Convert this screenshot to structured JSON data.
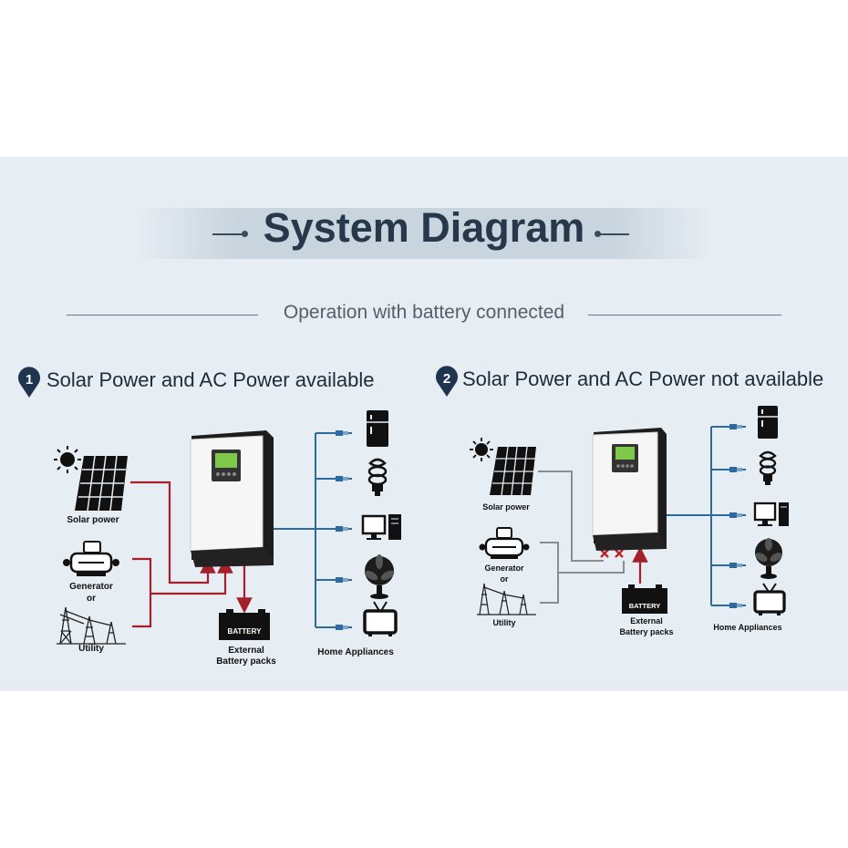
{
  "header": {
    "title": "System Diagram",
    "subtitle": "Operation with battery connected"
  },
  "scenarios": [
    {
      "number": "1",
      "title": "Solar Power and AC Power available",
      "labels": {
        "solar": "Solar power",
        "generator": "Generator",
        "or": "or",
        "utility": "Utility",
        "battery": "BATTERY",
        "battery_caption_1": "External",
        "battery_caption_2": "Battery packs",
        "appliances": "Home Appliances"
      }
    },
    {
      "number": "2",
      "title": "Solar Power and AC Power not available",
      "labels": {
        "solar": "Solar power",
        "generator": "Generator",
        "or": "or",
        "utility": "Utility",
        "battery": "BATTERY",
        "battery_caption_1": "External",
        "battery_caption_2": "Battery packs",
        "appliances": "Home Appliances"
      }
    }
  ],
  "colors": {
    "background": "#e6edf3",
    "title": "#27384a",
    "active_flow": "#a5202a",
    "inactive_flow": "#8d8d8d",
    "load_flow": "#2d6a9f",
    "pin": "#1e3550"
  }
}
